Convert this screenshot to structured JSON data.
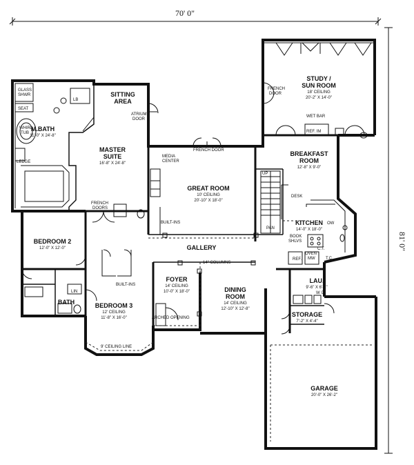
{
  "dimensions": {
    "width": "70' 0\"",
    "depth": "81' 0\""
  },
  "rooms": {
    "study": {
      "name1": "STUDY /",
      "name2": "SUN ROOM",
      "detail1": "18' CEILING",
      "detail2": "20'-2\" X 14'-0\""
    },
    "sitting": {
      "name1": "SITTING",
      "name2": "AREA"
    },
    "master_bath": {
      "name": "M.BATH",
      "size": "11'-0\" X 24'-8\""
    },
    "master_suite": {
      "name1": "MASTER",
      "name2": "SUITE",
      "size": "16'-8\" X 24'-8\""
    },
    "great_room": {
      "name": "GREAT ROOM",
      "detail1": "10' CEILING",
      "detail2": "20'-10\" X 18'-0\""
    },
    "breakfast": {
      "name1": "BREAKFAST",
      "name2": "ROOM",
      "size": "12'-8\" X 9'-0\""
    },
    "kitchen": {
      "name": "KITCHEN",
      "size": "14'-0\" X 18'-0\""
    },
    "bedroom2": {
      "name": "BEDROOM 2",
      "size": "12'-0\" X 12'-0\""
    },
    "gallery": {
      "name": "GALLERY"
    },
    "foyer": {
      "name": "FOYER",
      "detail1": "14' CEILING",
      "detail2": "10'-0\" X 18'-0\""
    },
    "dining": {
      "name1": "DINING",
      "name2": "ROOM",
      "detail1": "14' CEILING",
      "detail2": "12'-10\" X 12'-8\""
    },
    "bath": {
      "name": "BATH"
    },
    "bedroom3": {
      "name": "BEDROOM 3",
      "detail1": "12' CEILING",
      "detail2": "11'-8\" X 16'-0\""
    },
    "laundry": {
      "name": "LAU.",
      "size": "9'-6\" X 6'-1\""
    },
    "storage": {
      "name": "STORAGE",
      "size": "7'-2\" X 4'-4\""
    },
    "garage": {
      "name": "GARAGE",
      "size": "20'-0\" X 26'-2\""
    }
  },
  "labels": {
    "glass_shwr1": "GLASS",
    "glass_shwr2": "SHWR",
    "seat": "SEAT",
    "whirlpool1": "WHIRL",
    "whirlpool2": "TUB",
    "ledge": "LEDGE",
    "lb": "LB",
    "atrium1": "ATRIUM",
    "atrium2": "DOOR",
    "french_door_study1": "FRENCH",
    "french_door_study2": "DOOR",
    "french_door": "FRENCH DOOR",
    "wet_bar": "WET BAR",
    "ref": "REF. IM",
    "media1": "MEDIA",
    "media2": "CENTER",
    "up": "UP",
    "desk": "DESK",
    "pan": "PAN",
    "ow": "OW",
    "book1": "BOOK",
    "book2": "SHLVS",
    "ct": "C.T.",
    "oven1": "OVEN",
    "oven2": "MW",
    "ref_kitchen": "REF.",
    "tc": "T.C.",
    "built_ins1": "BUILT-INS",
    "french_doors1": "FRENCH",
    "french_doors2": "DOORS",
    "columns": "14\" COLUMNS",
    "built_ins2": "BUILT-INS",
    "lin": "LIN",
    "arched": "ARCHED OPENING",
    "ceiling_line": "9' CEILING LINE",
    "washer": "W",
    "dryer": "D"
  }
}
